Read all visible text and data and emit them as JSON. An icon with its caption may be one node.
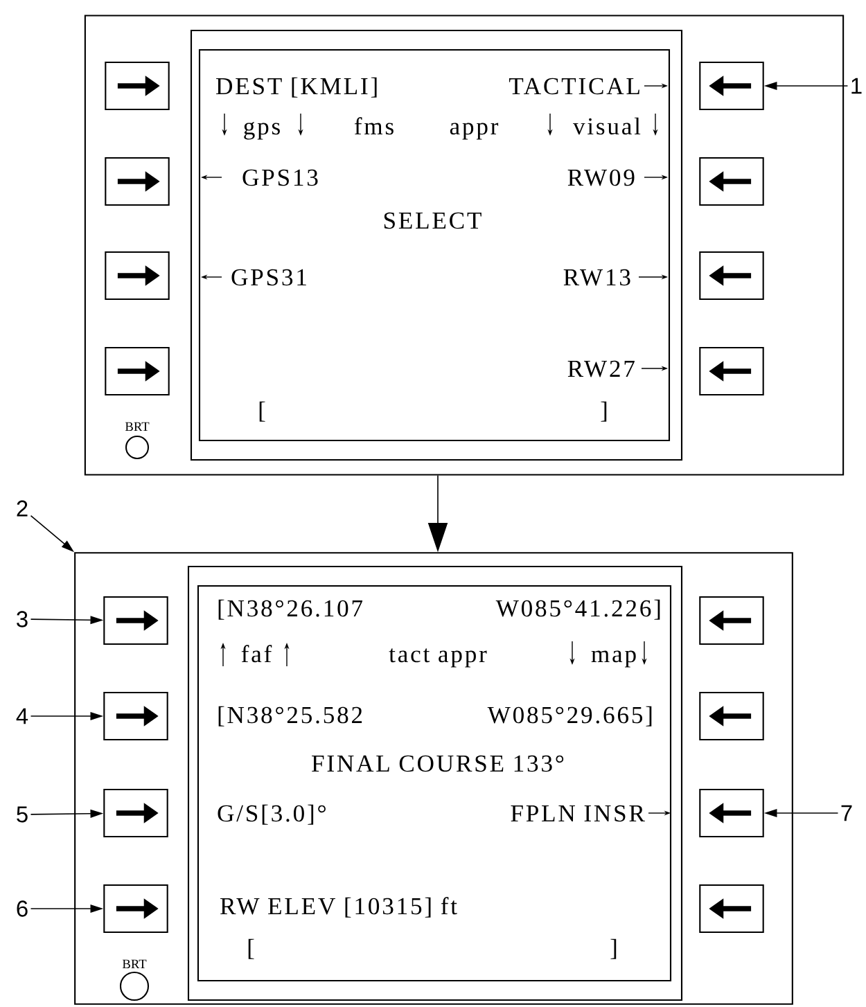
{
  "diagram": {
    "nodes": [
      {
        "text": [],
        "shape": "box"
      },
      {
        "text": [],
        "shape": "box",
        "in": 0
      },
      {
        "text": [],
        "shape": "box",
        "in": 0
      },
      {
        "text": [],
        "shape": "box",
        "in": 0
      },
      {
        "text": [],
        "shape": "box",
        "in": 0
      },
      {
        "text": [],
        "shape": "box",
        "in": 0
      },
      {
        "text": [],
        "shape": "box",
        "in": 0
      },
      {
        "text": [],
        "shape": "box",
        "in": 0
      },
      {
        "text": [],
        "shape": "box",
        "in": 0
      },
      {
        "text": [],
        "shape": "box"
      },
      {
        "text": [],
        "shape": "box",
        "in": 9
      },
      {
        "text": [],
        "shape": "box",
        "in": 9
      },
      {
        "text": [],
        "shape": "box",
        "in": 9
      },
      {
        "text": [],
        "shape": "box",
        "in": 9
      },
      {
        "text": [],
        "shape": "box",
        "in": 9
      },
      {
        "text": [],
        "shape": "box",
        "in": 9
      },
      {
        "text": [],
        "shape": "box",
        "in": 9
      },
      {
        "text": [],
        "shape": "box",
        "in": 9
      },
      {
        "text": [
          "1"
        ]
      },
      {
        "text": [
          "2"
        ]
      },
      {
        "text": [
          "3"
        ]
      },
      {
        "text": [
          "4"
        ]
      },
      {
        "text": [
          "5"
        ]
      },
      {
        "text": [
          "6"
        ]
      },
      {
        "text": [
          "7"
        ]
      }
    ],
    "edges": [
      {
        "from": 0,
        "to": 9,
        "arrow": "to"
      },
      {
        "from": 18,
        "to": 5,
        "arrow": "to"
      },
      {
        "from": 19,
        "to": 9,
        "arrow": "to"
      },
      {
        "from": 20,
        "to": 10,
        "arrow": "to"
      },
      {
        "from": 21,
        "to": 11,
        "arrow": "to"
      },
      {
        "from": 22,
        "to": 12,
        "arrow": "to"
      },
      {
        "from": 23,
        "to": 13,
        "arrow": "to"
      },
      {
        "from": 24,
        "to": 16,
        "arrow": "to"
      }
    ],
    "labels": [
      "DEST [KMLI]",
      "TACTICAL",
      "gps",
      "fms",
      "appr",
      "visual",
      "GPS13",
      "RW09",
      "SELECT",
      "GPS31",
      "RW13",
      "RW27",
      "[",
      "]",
      "BRT",
      "[N38°26.107",
      "W085°41.226]",
      "faf",
      "tact appr",
      "map",
      "[N38°25.582",
      "W085°29.665]",
      "FINAL COURSE 133°",
      "G/S[3.0]°",
      "FPLN INSR",
      "RW ELEV [10315] ft",
      "[",
      "]",
      "BRT"
    ]
  }
}
